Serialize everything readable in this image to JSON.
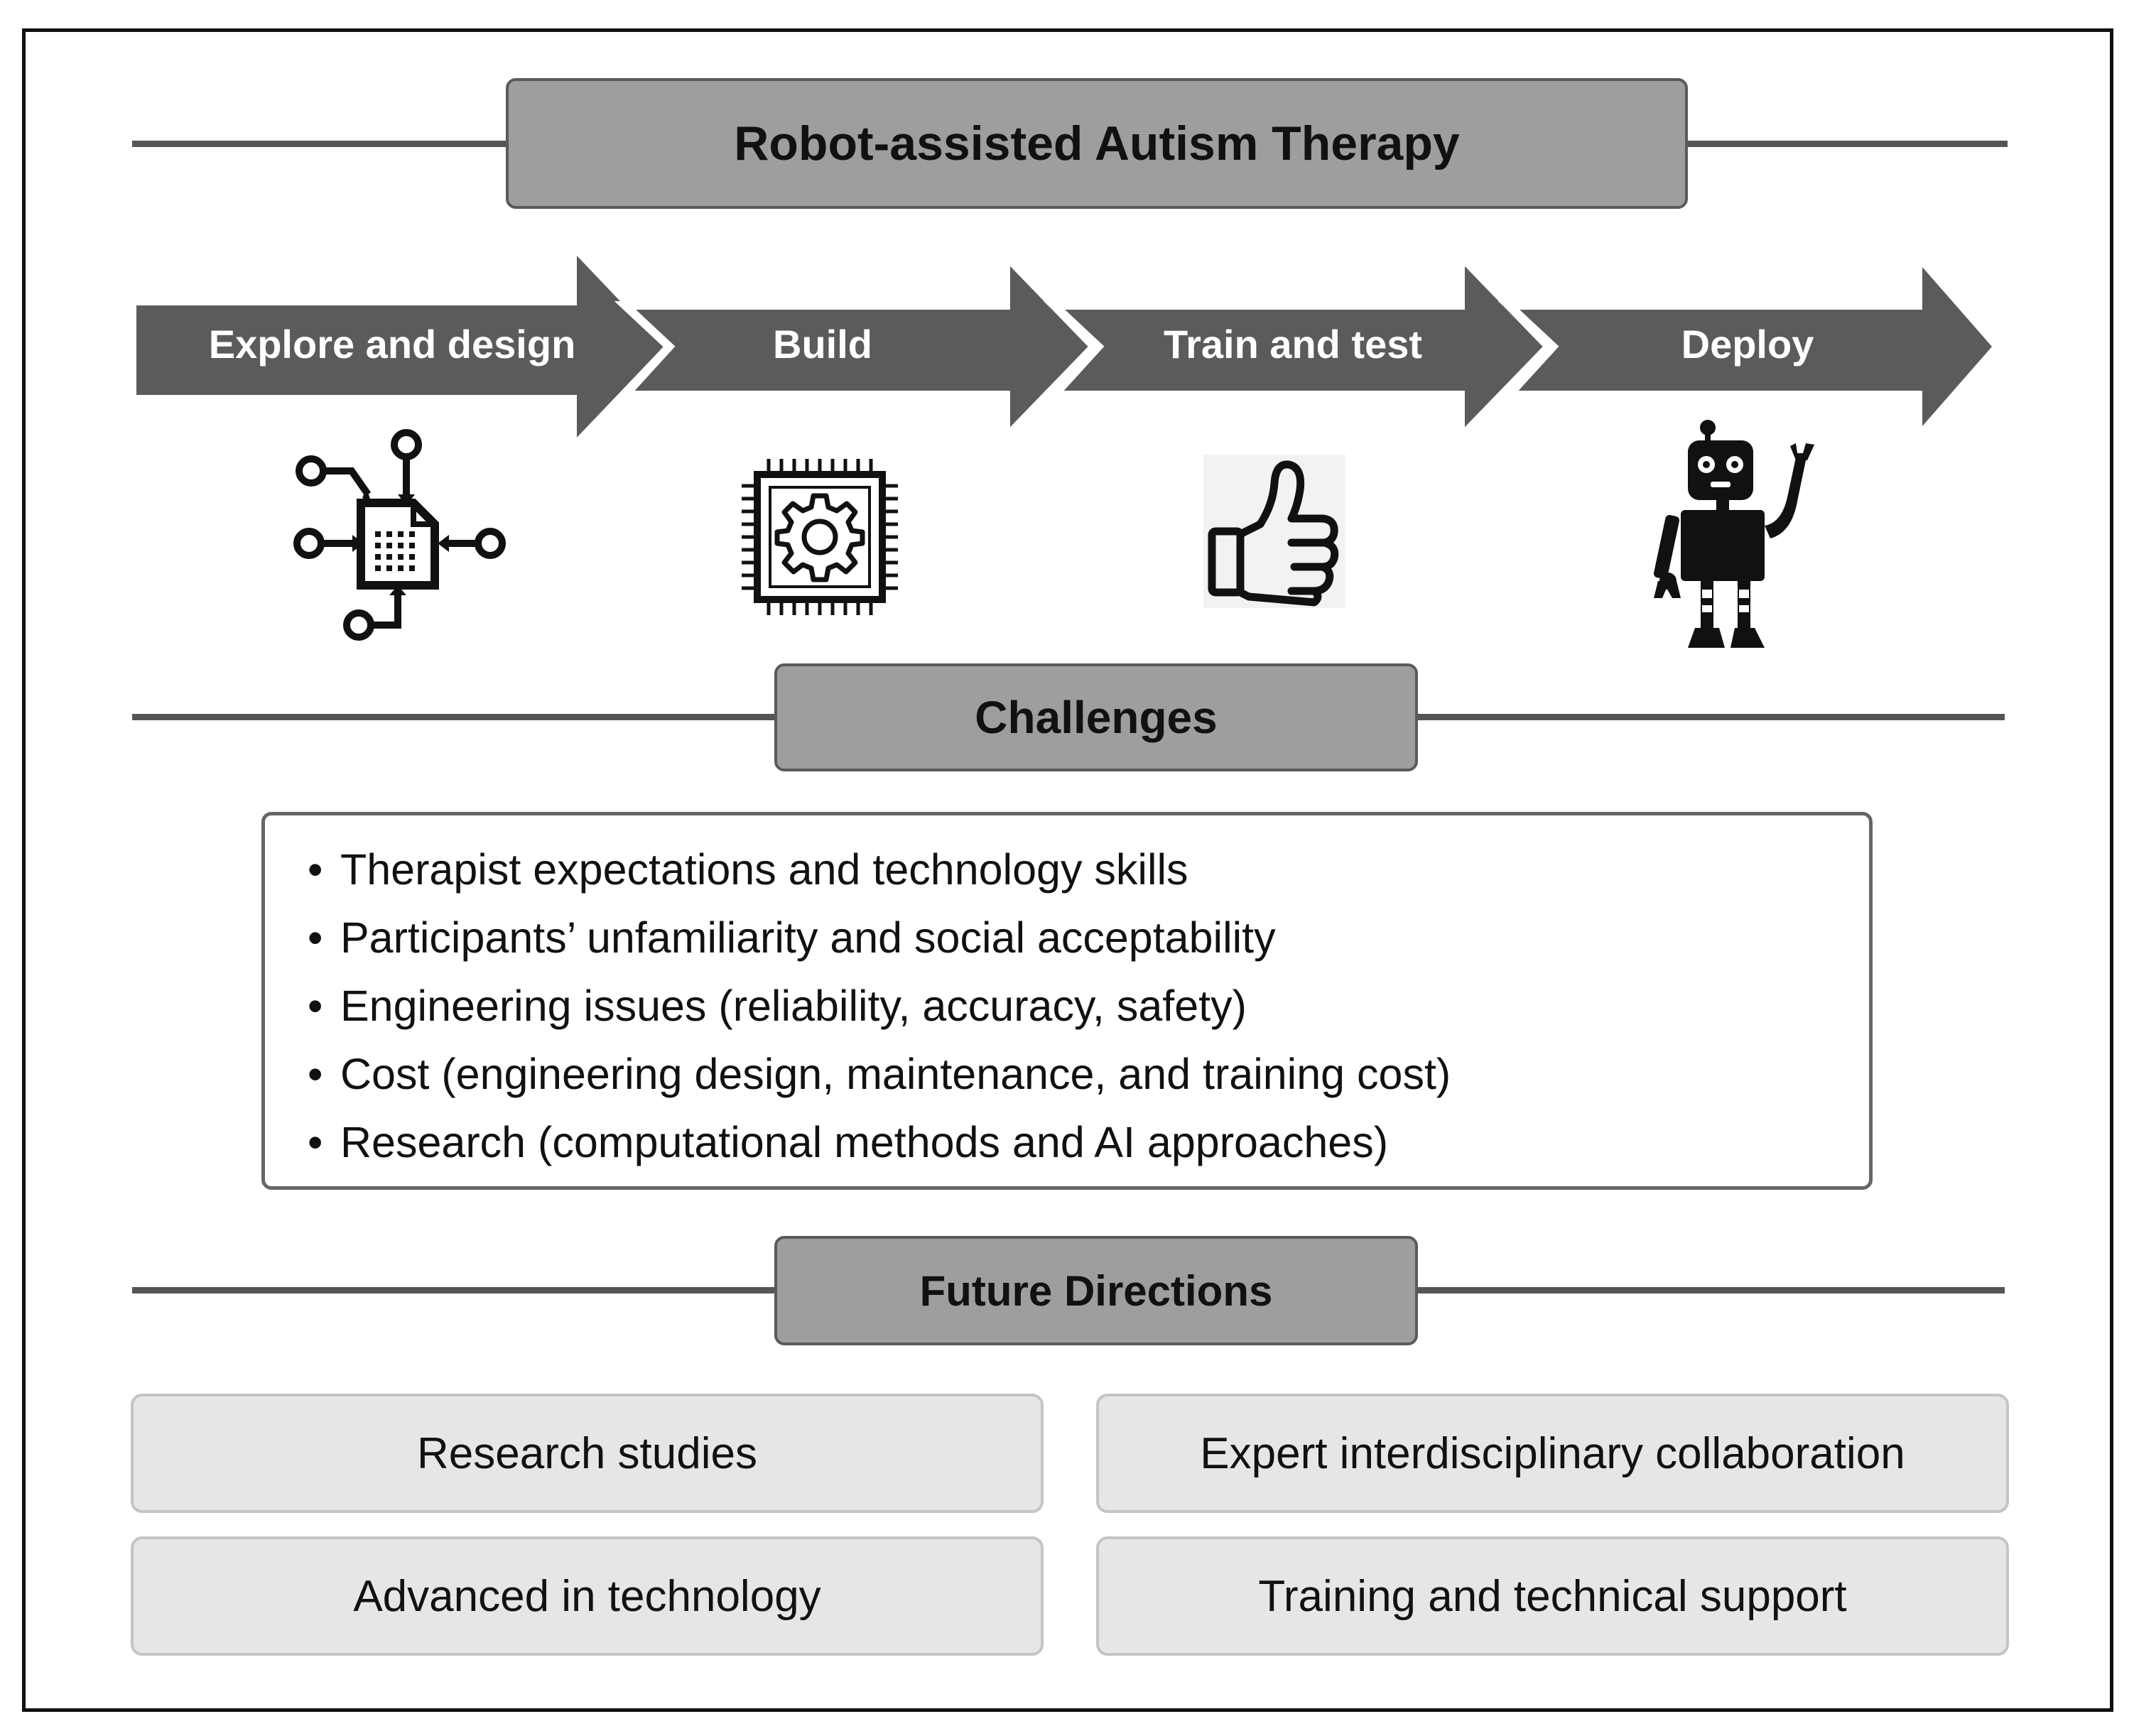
{
  "title": "Robot-assisted Autism Therapy",
  "stages": [
    {
      "label": "Explore and design",
      "icon": "design-diagram-icon"
    },
    {
      "label": "Build",
      "icon": "chip-gear-icon"
    },
    {
      "label": "Train and test",
      "icon": "thumbs-up-icon"
    },
    {
      "label": "Deploy",
      "icon": "robot-icon"
    }
  ],
  "challenges": {
    "heading": "Challenges",
    "items": [
      "Therapist expectations and technology skills",
      "Participants’ unfamiliarity and social acceptability",
      "Engineering issues (reliability, accuracy, safety)",
      "Cost (engineering design, maintenance, and training cost)",
      "Research (computational methods and AI approaches)"
    ]
  },
  "future_directions": {
    "heading": "Future Directions",
    "items": [
      "Research studies",
      "Expert interdisciplinary collaboration",
      "Advanced in technology",
      "Training and technical support"
    ]
  },
  "colors": {
    "header_fill": "#9e9e9e",
    "arrow_fill": "#5b5b5b",
    "future_box_fill": "#e6e6e6"
  }
}
